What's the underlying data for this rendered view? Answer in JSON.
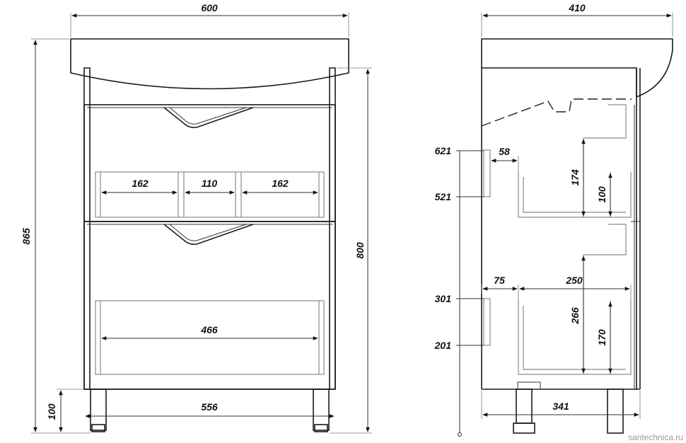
{
  "front_view": {
    "overall_width": "600",
    "total_height": "865",
    "cabinet_height": "800",
    "leg_height": "100",
    "base_width": "556",
    "upper_compartments": [
      "162",
      "110",
      "162"
    ],
    "lower_drawer_width": "466"
  },
  "side_view": {
    "overall_depth": "410",
    "base_depth": "341",
    "level_621": "621",
    "level_521": "521",
    "level_301": "301",
    "level_201": "201",
    "offset_58": "58",
    "offset_75": "75",
    "drawer_depth": "250",
    "upper_drawer_height": "174",
    "upper_inner_height": "100",
    "lower_drawer_height": "266",
    "lower_inner_height": "170"
  },
  "watermark": "santechnica.ru"
}
